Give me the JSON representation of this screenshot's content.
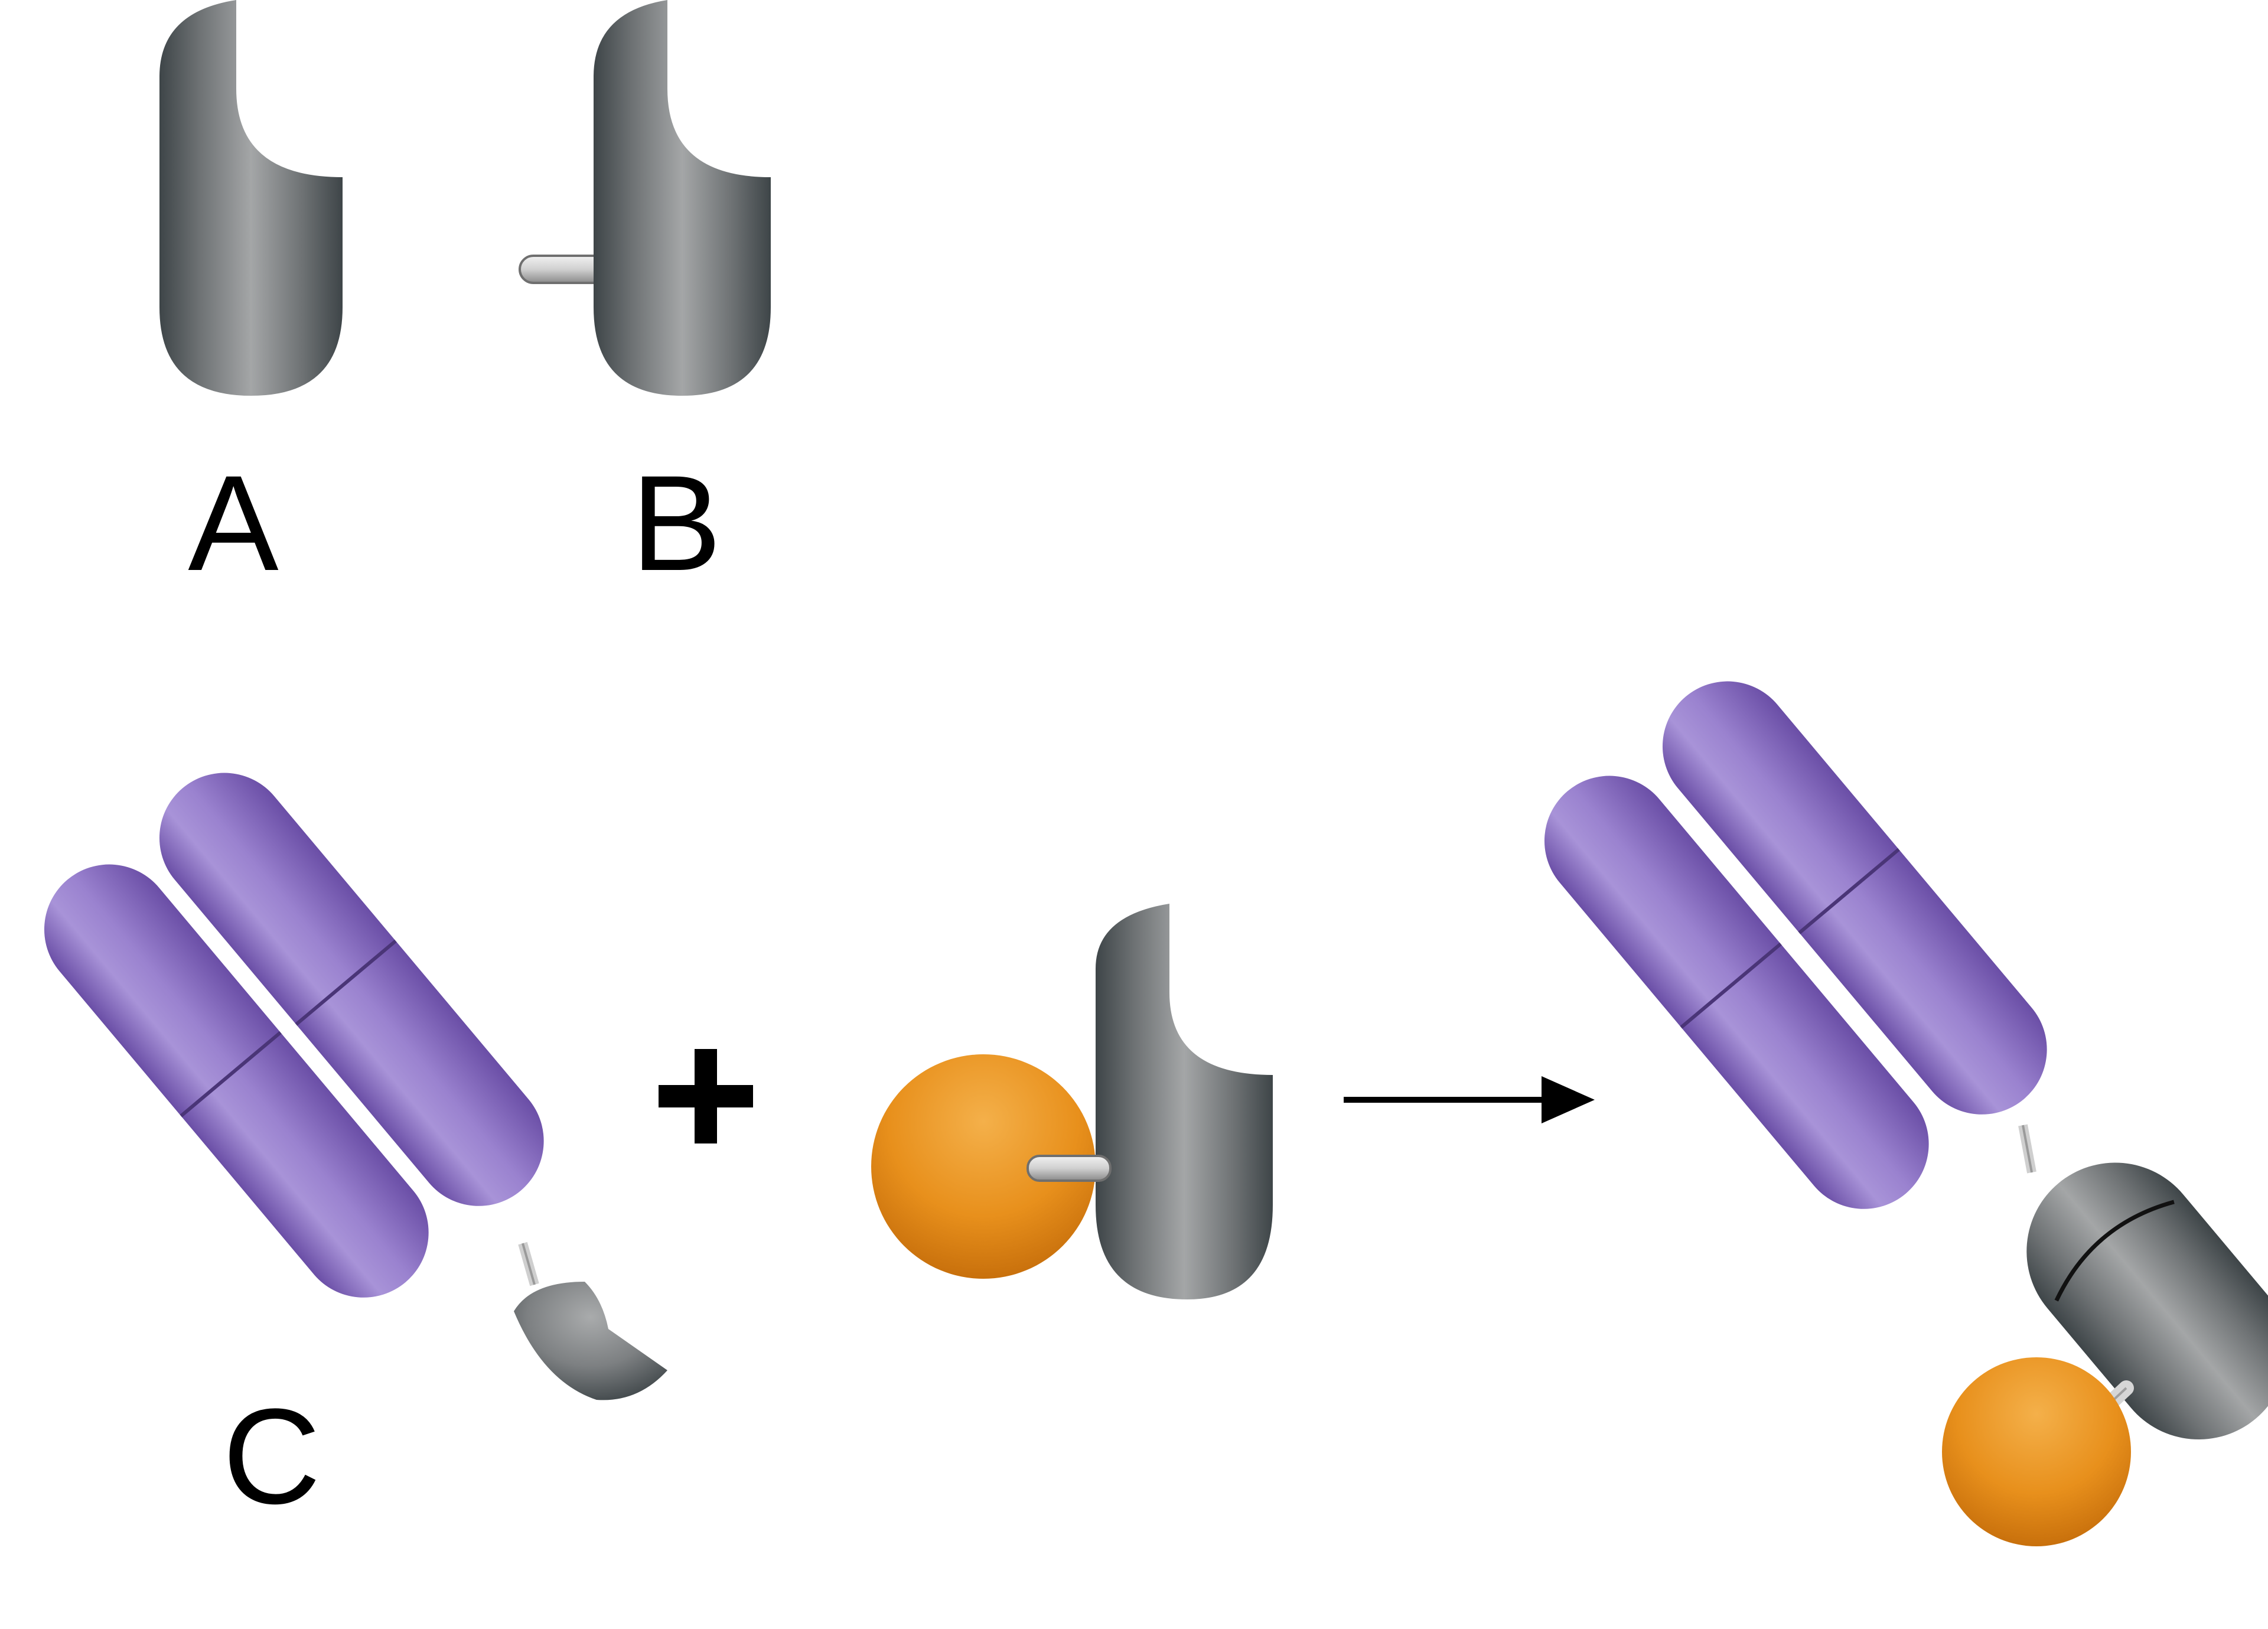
{
  "labels": {
    "a": "A",
    "b": "B",
    "c": "C",
    "plus": "+"
  },
  "colors": {
    "background": "#ffffff",
    "gray_dark": "#3e4548",
    "gray_mid": "#7d8082",
    "gray_light": "#a9abac",
    "purple_dark": "#6a4ea6",
    "purple_mid": "#8e74c6",
    "purple_light": "#a893d8",
    "orange_dark": "#c8700c",
    "orange_mid": "#e8901c",
    "orange_light": "#f4b04a",
    "stem": "#d8d8d8",
    "arrow": "#000000"
  },
  "icons": {
    "A": "gray-hook-shape-icon",
    "B": "gray-hook-shape-with-stem-icon",
    "C": "purple-double-rod-with-hook-icon",
    "reagent": "gray-hook-with-orange-sphere-icon",
    "product": "purple-rods-bound-gray-capsule-orange-sphere-icon"
  }
}
